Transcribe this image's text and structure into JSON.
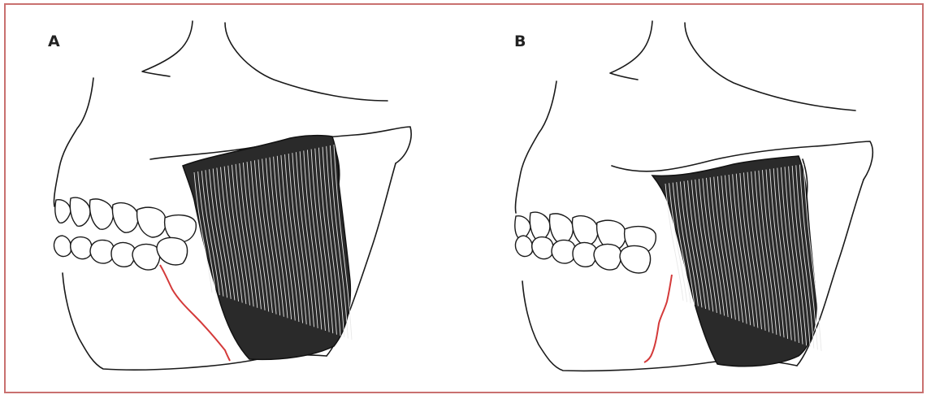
{
  "panels": [
    {
      "id": "A",
      "label": "A"
    },
    {
      "id": "B",
      "label": "B"
    }
  ],
  "colors": {
    "frame": "#c9706f",
    "fracture": "#d43a3a",
    "ink": "#1a1a1a",
    "muscle": "#2a2a2a"
  }
}
